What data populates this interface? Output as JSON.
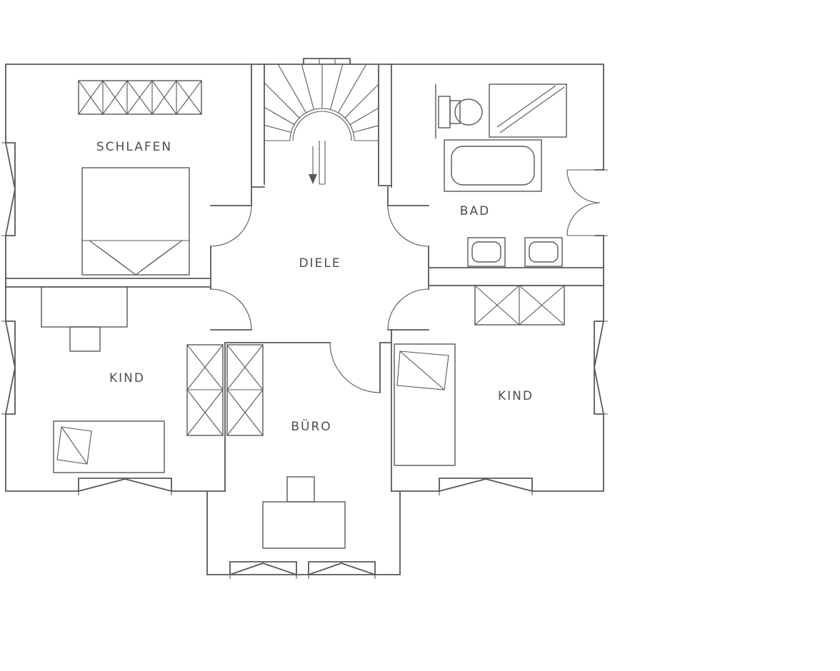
{
  "floorplan": {
    "rooms": [
      {
        "id": "schlafen",
        "label": "SCHLAFEN"
      },
      {
        "id": "bad",
        "label": "BAD"
      },
      {
        "id": "diele",
        "label": "DIELE"
      },
      {
        "id": "kind-left",
        "label": "KIND"
      },
      {
        "id": "buero",
        "label": "BÜRO"
      },
      {
        "id": "kind-right",
        "label": "KIND"
      }
    ],
    "colors": {
      "line": "#585858",
      "text": "#4d4d4d",
      "background": "#ffffff"
    }
  }
}
